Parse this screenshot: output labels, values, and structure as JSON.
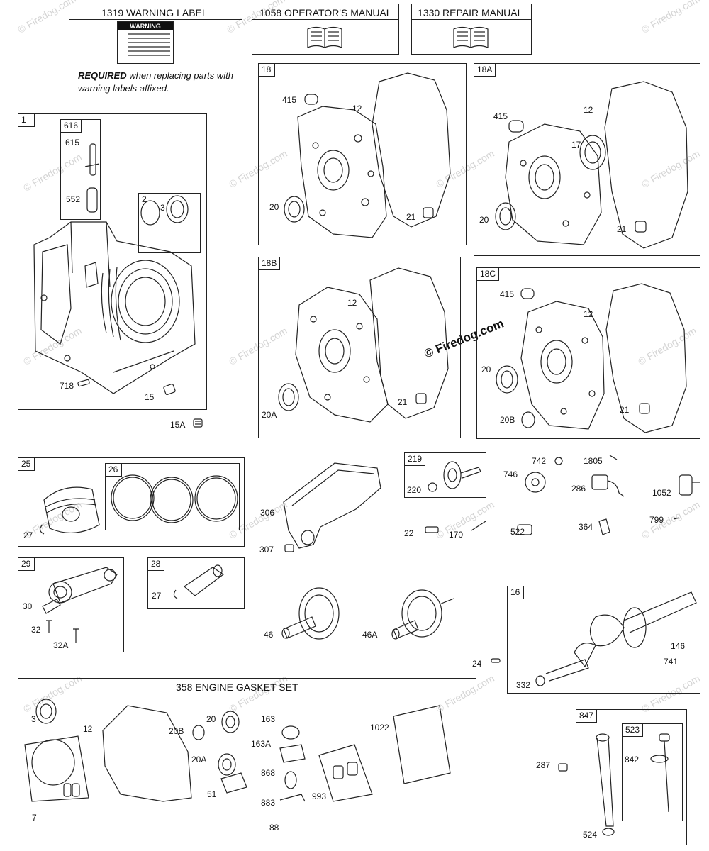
{
  "watermark": "© Firedog.com",
  "center_watermark": "© Firedog.com",
  "headers": {
    "warning_label": "1319 WARNING LABEL",
    "operators_manual": "1058 OPERATOR'S MANUAL",
    "repair_manual": "1330 REPAIR MANUAL",
    "gasket_set": "358 ENGINE GASKET SET"
  },
  "warning": {
    "panel_title": "WARNING",
    "required_bold": "REQUIRED",
    "required_rest": " when replacing parts with warning labels affixed."
  },
  "box_tags": {
    "b1": "1",
    "b616": "616",
    "b2": "2",
    "b18": "18",
    "b18a": "18A",
    "b18b": "18B",
    "b18c": "18C",
    "b25": "25",
    "b26": "26",
    "b219": "219",
    "b29": "29",
    "b28": "28",
    "b16": "16",
    "b847": "847",
    "b523": "523"
  },
  "part_labels": {
    "p615": "615",
    "p552": "552",
    "p3a": "3",
    "p718": "718",
    "p15": "15",
    "p15a": "15A",
    "p415a": "415",
    "p12a": "12",
    "p20a": "20",
    "p21a": "21",
    "p415b": "415",
    "p12b": "12",
    "p17": "17",
    "p20b": "20",
    "p21b": "21",
    "p12c": "12",
    "p20ac": "20A",
    "p21c": "21",
    "p415d": "415",
    "p12d": "12",
    "p20d": "20",
    "p20bd": "20B",
    "p21d": "21",
    "p27a": "27",
    "p306": "306",
    "p307": "307",
    "p220": "220",
    "p742": "742",
    "p1805": "1805",
    "p746": "746",
    "p286": "286",
    "p1052": "1052",
    "p22": "22",
    "p170": "170",
    "p522": "522",
    "p364": "364",
    "p799": "799",
    "p30": "30",
    "p32": "32",
    "p32a": "32A",
    "p27b": "27",
    "p46": "46",
    "p46a": "46A",
    "p24": "24",
    "p146": "146",
    "p741": "741",
    "p332": "332",
    "g3": "3",
    "g12": "12",
    "g20b": "20B",
    "g20": "20",
    "g20a": "20A",
    "g163": "163",
    "g163a": "163A",
    "g868": "868",
    "g883": "883",
    "g993": "993",
    "g88": "88",
    "g1022": "1022",
    "g51": "51",
    "g7": "7",
    "p287": "287",
    "p842": "842",
    "p524": "524"
  }
}
